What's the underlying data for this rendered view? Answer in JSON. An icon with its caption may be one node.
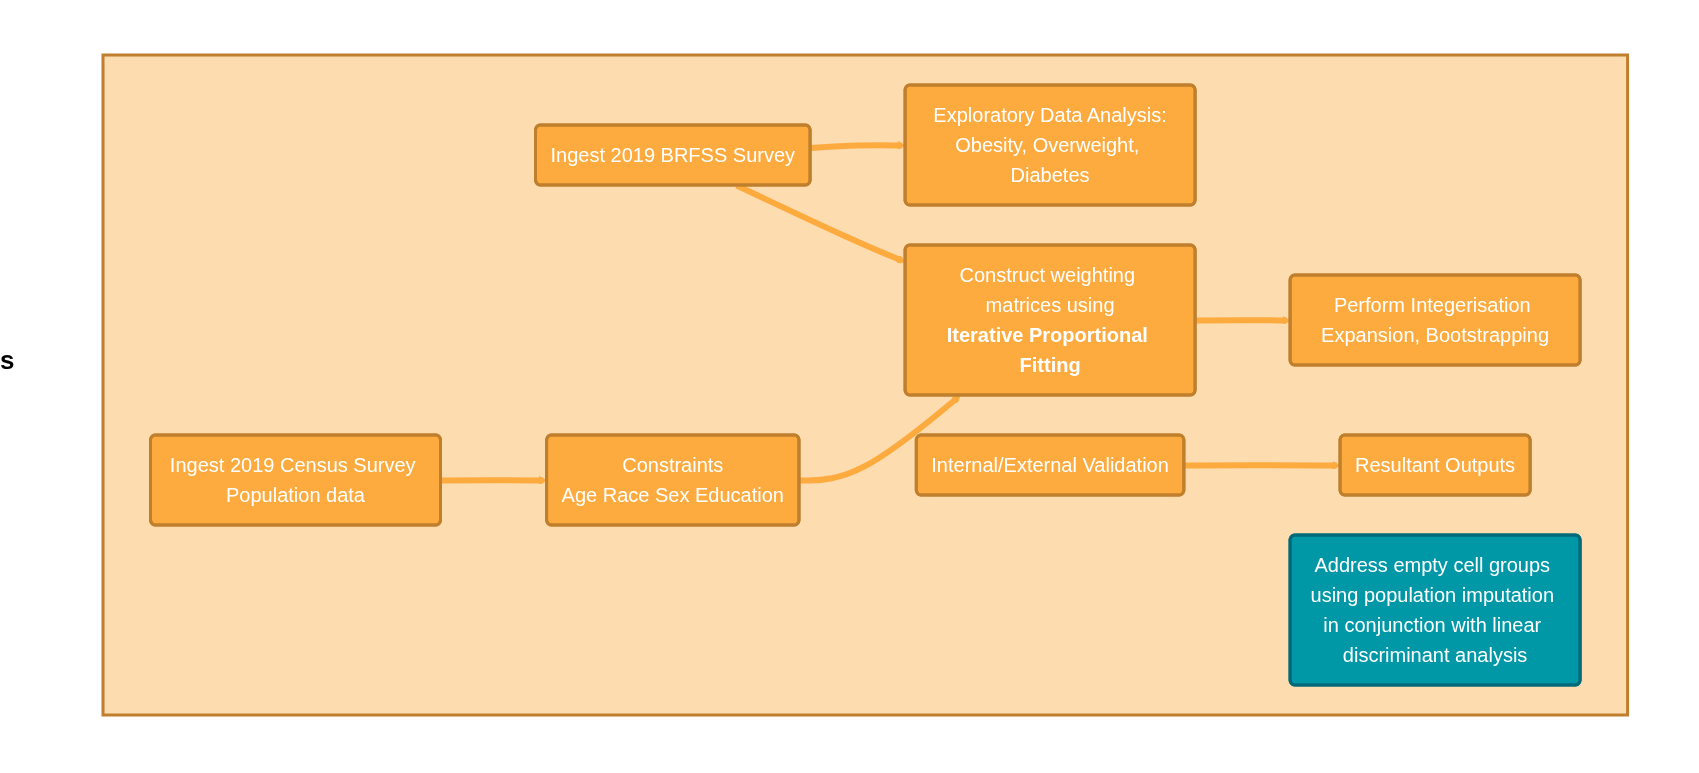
{
  "diagram": {
    "nodes": [
      {
        "text": [],
        "shape": "box"
      },
      {
        "text": [
          "Ingest 2019 BRFSS Survey"
        ],
        "in": 0
      },
      {
        "text": [
          "Ingest 2019 Census Survey Population data"
        ],
        "in": 0
      },
      {
        "text": [
          "Constraints",
          "Age Race Sex Education"
        ],
        "in": 0
      },
      {
        "text": [
          "Resultant Outputs"
        ],
        "in": 0
      },
      {
        "text": [
          "Exploratory Data Analysis:",
          "Obesity, Overweight, Diabetes"
        ],
        "in": 0
      },
      {
        "text": [
          "Construct weighting matrices using",
          "Iterative Proportional Fitting"
        ],
        "in": 0
      },
      {
        "text": [
          "Internal/External Validation"
        ],
        "in": 0
      },
      {
        "text": [
          "Perform Integerisation Expansion, Bootstrapping"
        ],
        "in": 0
      },
      {
        "text": [
          "Address empty cell groups using population imputation in conjunction with linear discriminant analysis"
        ],
        "in": 0
      }
    ],
    "edges": [
      {
        "from": 1,
        "to": 5,
        "arrow": "to"
      },
      {
        "from": 1,
        "to": 6,
        "arrow": "to"
      },
      {
        "from": 2,
        "to": 3,
        "arrow": "to"
      },
      {
        "from": 3,
        "to": 6,
        "arrow": "to"
      },
      {
        "from": 6,
        "to": 8,
        "arrow": "to"
      },
      {
        "from": 7,
        "to": 4,
        "arrow": "to"
      }
    ],
    "labels": [
      "s"
    ]
  }
}
